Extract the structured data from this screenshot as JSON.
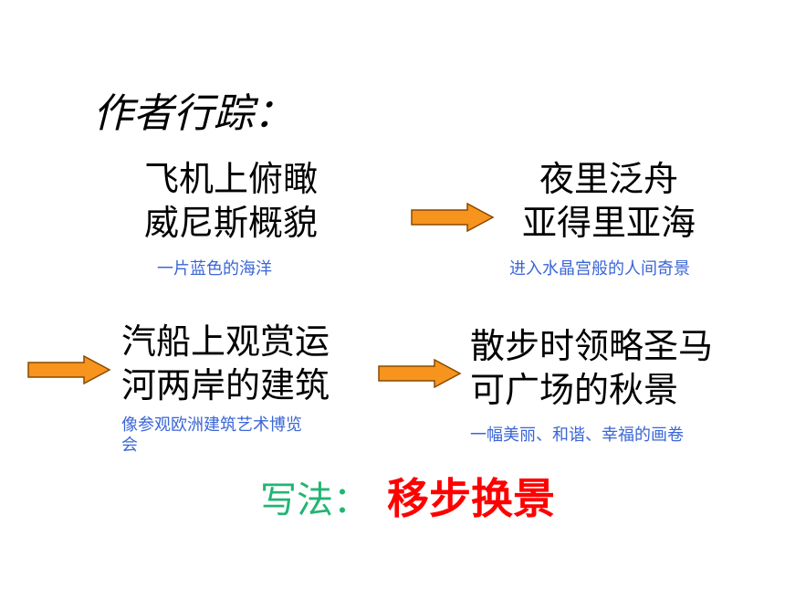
{
  "title": "作者行踪：",
  "steps": [
    {
      "lines": [
        "飞机上俯瞰",
        "威尼斯概貌"
      ],
      "note": "一片蓝色的海洋"
    },
    {
      "lines": [
        "夜里泛舟",
        "亚得里亚海"
      ],
      "note": "进入水晶宫般的人间奇景"
    },
    {
      "lines": [
        "汽船上观赏运",
        "河两岸的建筑"
      ],
      "note_lines": [
        "像参观欧洲建筑艺术博览",
        "会"
      ]
    },
    {
      "lines": [
        "散步时领略圣马",
        "可广场的秋景"
      ],
      "note": "一幅美丽、和谐、幸福的画卷"
    }
  ],
  "method": {
    "label": "写法：",
    "value": "移步换景"
  },
  "colors": {
    "note_blue": "#3a66d6",
    "arrow_fill": "#f7941d",
    "arrow_stroke": "#8a4a00",
    "method_green": "#22b573",
    "method_red": "#ff0000"
  },
  "icons": [
    "right-arrow-icon"
  ]
}
